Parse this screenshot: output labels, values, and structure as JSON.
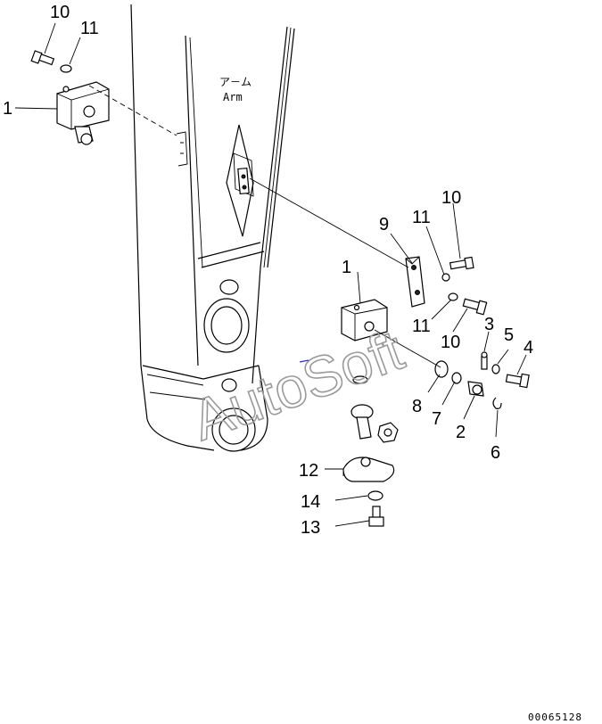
{
  "arm_label": {
    "japanese": "ア－ム",
    "english": "Arm"
  },
  "watermark": "AutoSoft",
  "document_number": "00065128",
  "callouts": [
    {
      "id": "c-10-top",
      "text": "10"
    },
    {
      "id": "c-11-top",
      "text": "11"
    },
    {
      "id": "c-1-top",
      "text": "1"
    },
    {
      "id": "c-9",
      "text": "9"
    },
    {
      "id": "c-11-a",
      "text": "11"
    },
    {
      "id": "c-10-a",
      "text": "10"
    },
    {
      "id": "c-1-mid",
      "text": "1"
    },
    {
      "id": "c-11-b",
      "text": "11"
    },
    {
      "id": "c-10-b",
      "text": "10"
    },
    {
      "id": "c-3",
      "text": "3"
    },
    {
      "id": "c-5",
      "text": "5"
    },
    {
      "id": "c-4",
      "text": "4"
    },
    {
      "id": "c-8",
      "text": "8"
    },
    {
      "id": "c-7",
      "text": "7"
    },
    {
      "id": "c-2",
      "text": "2"
    },
    {
      "id": "c-6",
      "text": "6"
    },
    {
      "id": "c-12",
      "text": "12"
    },
    {
      "id": "c-14",
      "text": "14"
    },
    {
      "id": "c-13",
      "text": "13"
    }
  ]
}
